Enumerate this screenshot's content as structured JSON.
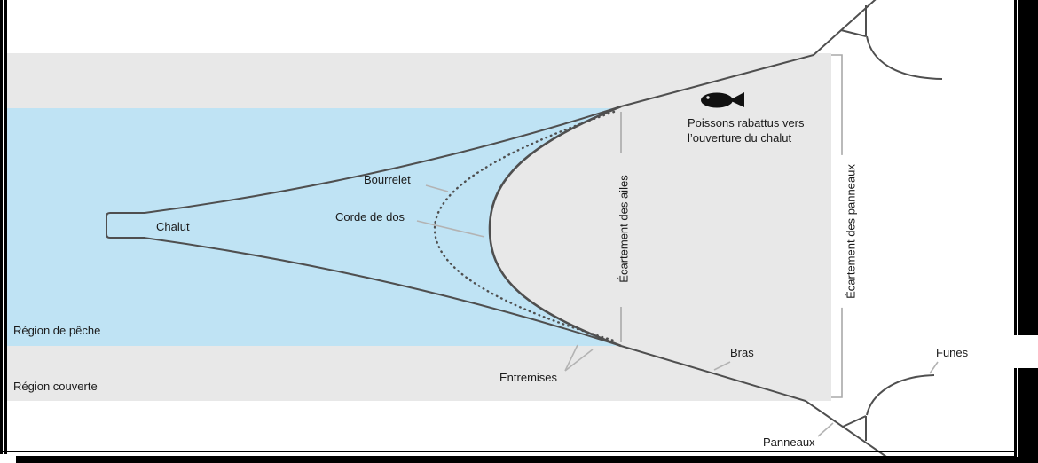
{
  "diagram": {
    "title_context": "Schéma d'un chalut de pêche (vue de dessus)",
    "labels": {
      "chalut": "Chalut",
      "bourrelet": "Bourrelet",
      "corde_de_dos": "Corde de dos",
      "poissons_line1": "Poissons rabattus vers",
      "poissons_line2": "l’ouverture du chalut",
      "ecartement_ailes": "Écartement des ailes",
      "ecartement_panneaux": "Écartement des panneaux",
      "region_peche": "Région de pêche",
      "region_couverte": "Région couverte",
      "entremises": "Entremises",
      "bras": "Bras",
      "funes": "Funes",
      "panneaux": "Panneaux"
    },
    "icons": {
      "fish": "fish-icon"
    },
    "colors": {
      "fishing_zone_blue": "#bfe3f4",
      "covered_zone_gray": "#e8e8e8",
      "net_line": "#4f4f4f",
      "leader_line": "#b3b3b3",
      "measure_line": "#a9a9a9",
      "text": "#1a1a1a",
      "frame": "#000000",
      "fish": "#111111"
    }
  }
}
